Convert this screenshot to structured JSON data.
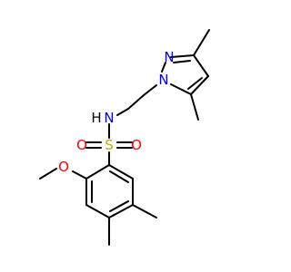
{
  "colors": {
    "bond": "#000000",
    "nitrogen": "#0000ff",
    "oxygen": "#ff0000",
    "sulfur": "#b3b300",
    "background": "#ffffff"
  },
  "atoms": {
    "pyrazole_n2": "N",
    "pyrazole_n1": "N",
    "amine_n": "N",
    "amine_h": "H",
    "sulfonyl_s": "S",
    "sulfonyl_o_left": "O",
    "sulfonyl_o_right": "O",
    "methoxy_o": "O"
  }
}
